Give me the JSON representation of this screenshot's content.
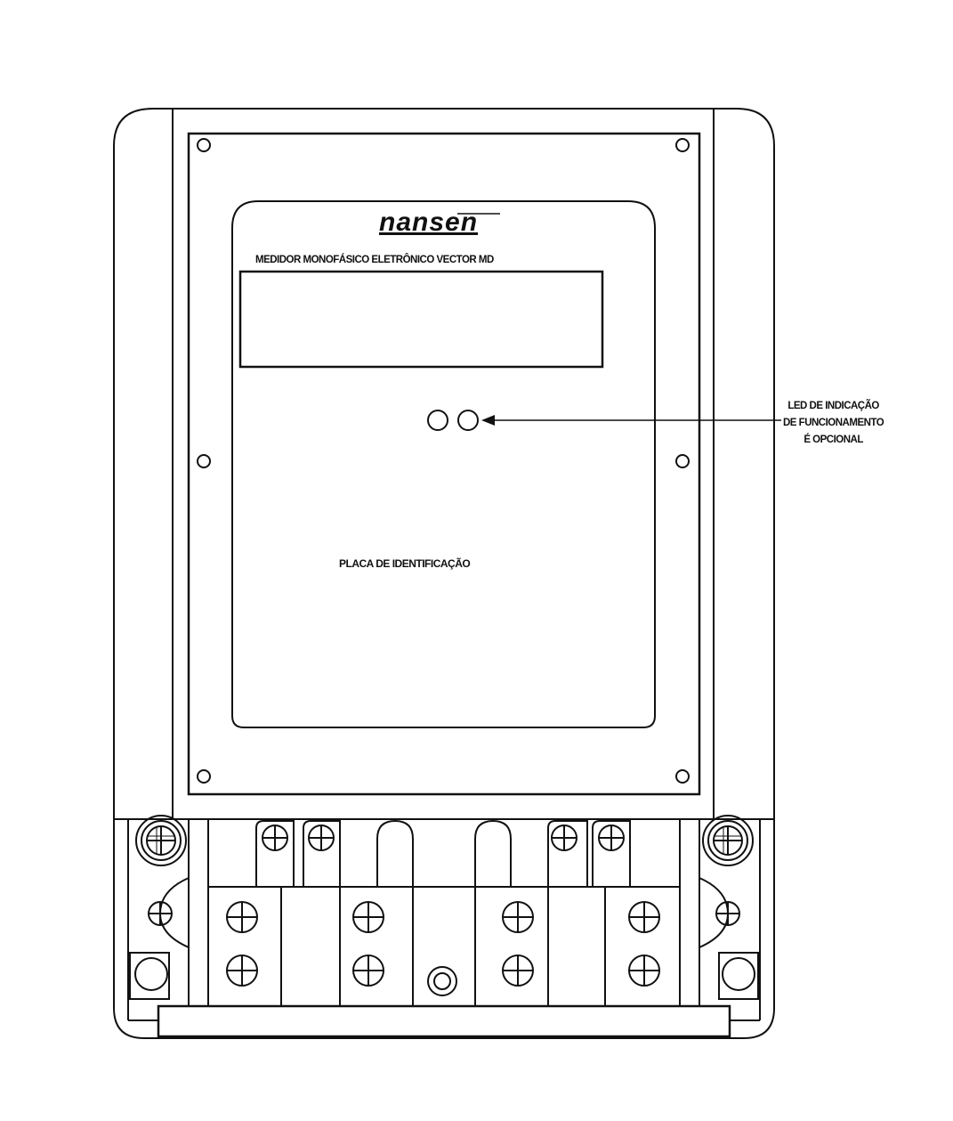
{
  "diagram": {
    "brand": "nansen",
    "model_title": "MEDIDOR MONOFÁSICO ELETRÔNICO VECTOR MD",
    "plate_label": "PLACA DE IDENTIFICAÇÃO",
    "led_note": {
      "line1": "LED DE INDICAÇÃO",
      "line2": "DE FUNCIONAMENTO",
      "line3": "É OPCIONAL"
    }
  }
}
